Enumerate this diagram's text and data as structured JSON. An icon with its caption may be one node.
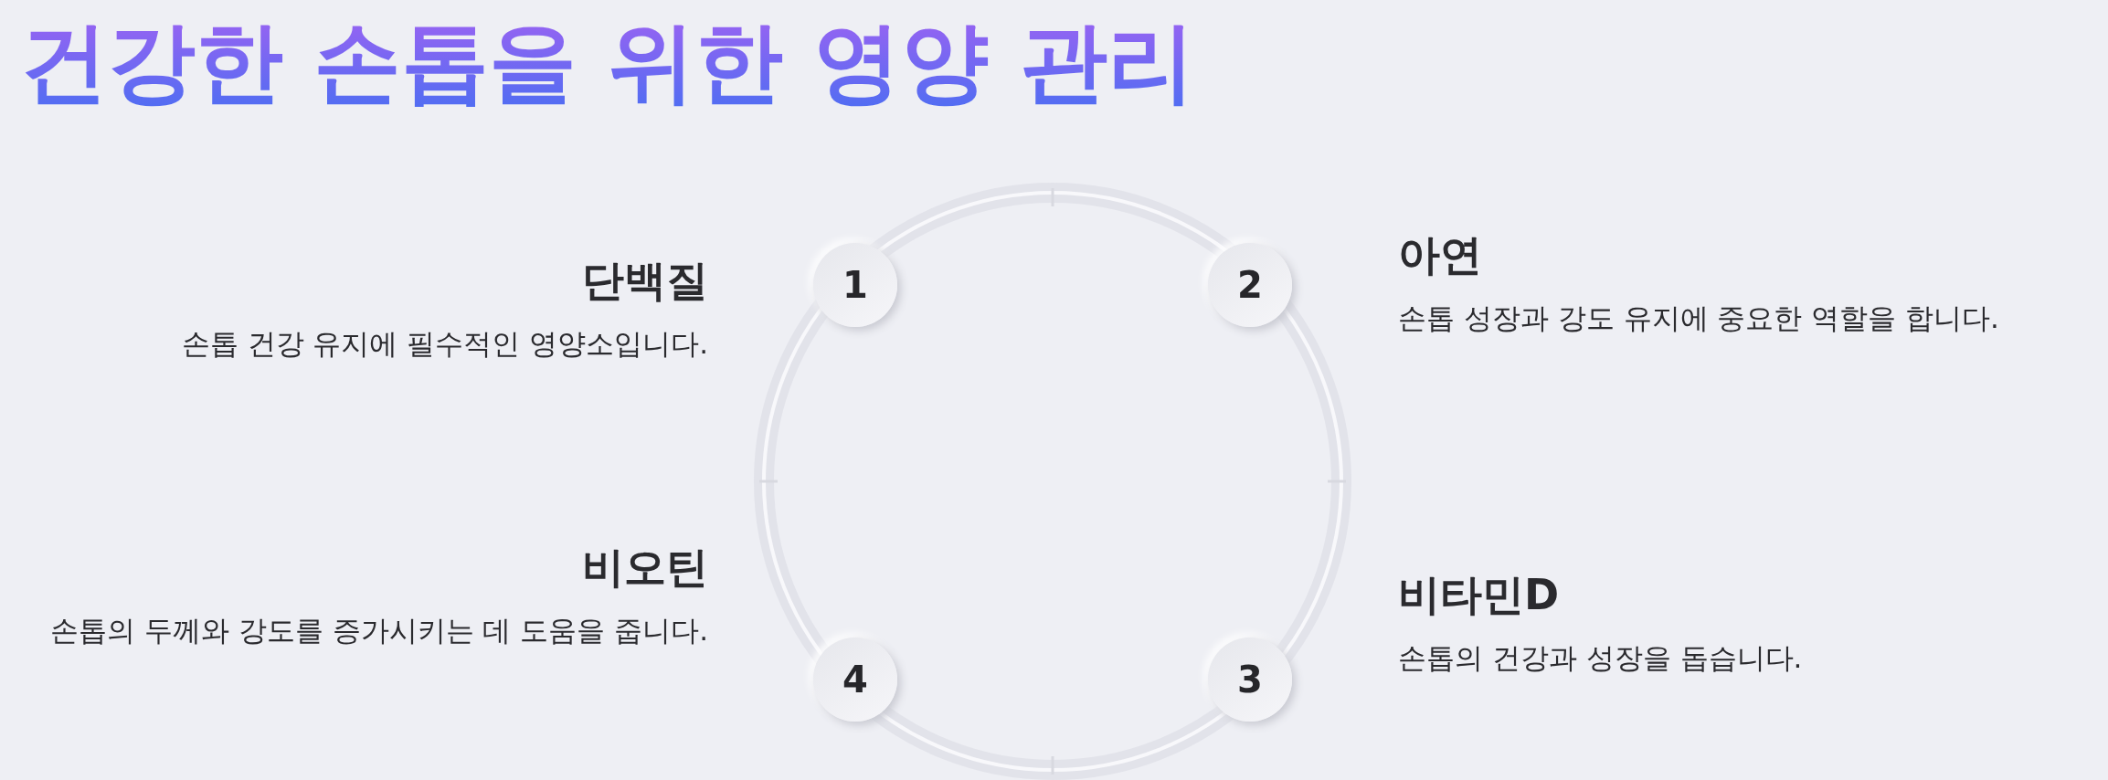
{
  "diagram": {
    "title": "건강한 손톱을 위한 영양 관리",
    "nodes": [
      {
        "text": [
          "1"
        ],
        "beside": [
          "단백질",
          "손톱 건강 유지에 필수적인 영양소입니다."
        ]
      },
      {
        "text": [
          "2"
        ],
        "beside": [
          "아연",
          "손톱 성장과 강도 유지에 중요한 역할을 합니다."
        ]
      },
      {
        "text": [
          "3"
        ],
        "beside": [
          "비타민D",
          "손톱의 건강과 성장을 돕습니다."
        ]
      },
      {
        "text": [
          "4"
        ],
        "beside": [
          "비오틴",
          "손톱의 두께와 강도를 증가시키는 데 도움을 줍니다."
        ]
      }
    ]
  }
}
